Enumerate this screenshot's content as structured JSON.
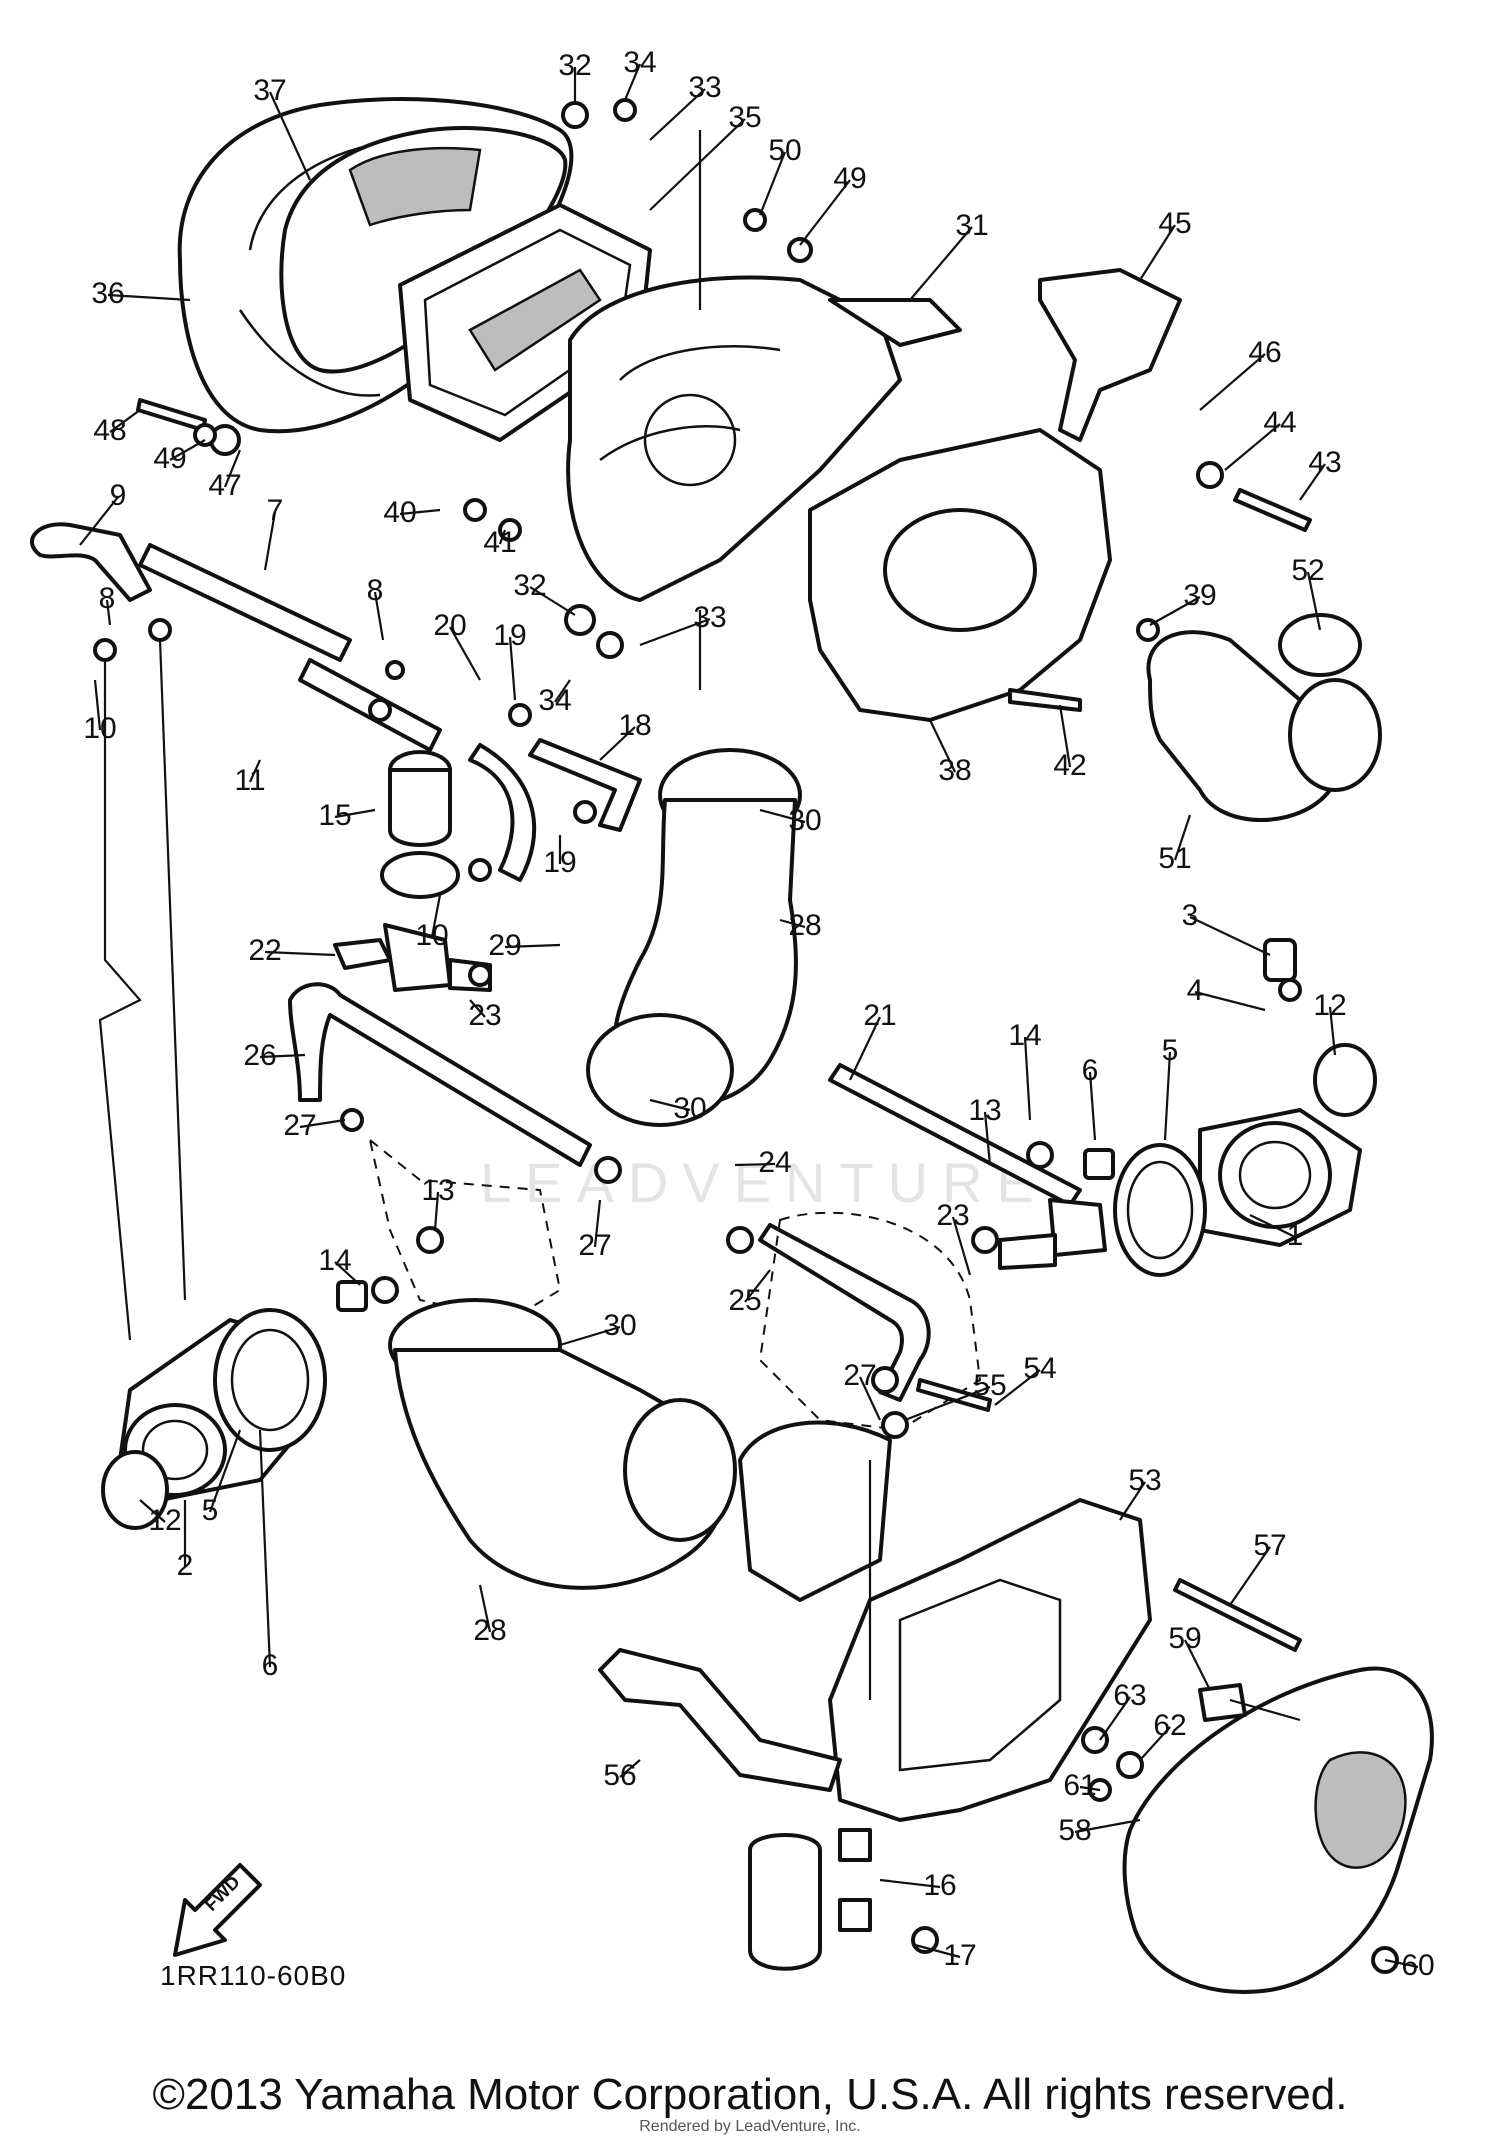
{
  "diagram": {
    "part_numbers": [
      "1",
      "2",
      "3",
      "4",
      "5",
      "6",
      "8",
      "9",
      "10",
      "11",
      "12",
      "13",
      "14",
      "15",
      "16",
      "17",
      "18",
      "19",
      "20",
      "21",
      "22",
      "23",
      "24",
      "25",
      "26",
      "27",
      "28",
      "29",
      "30",
      "31",
      "32",
      "33",
      "34",
      "35",
      "36",
      "37",
      "38",
      "39",
      "40",
      "41",
      "42",
      "43",
      "44",
      "45",
      "46",
      "47",
      "48",
      "49",
      "50",
      "51",
      "52",
      "53",
      "54",
      "55",
      "56",
      "57",
      "58",
      "59",
      "60",
      "61",
      "62",
      "63",
      "7"
    ],
    "fwd_label": "FWD",
    "drawing_code": "1RR110-60B0",
    "watermark": "LEADVENTURE",
    "copyright": "©2013 Yamaha Motor Corporation, U.S.A. All rights reserved.",
    "rendered_by": "Rendered by LeadVenture, Inc."
  }
}
